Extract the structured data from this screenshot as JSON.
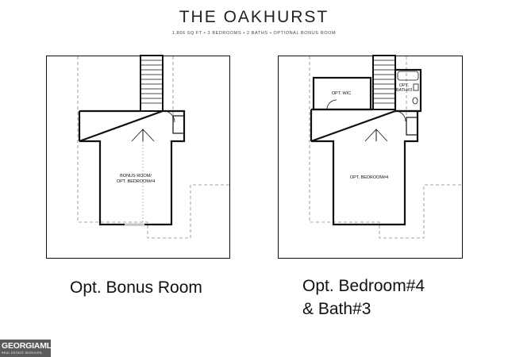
{
  "header": {
    "title": "THE OAKHURST",
    "subtitle": "1,866 SQ FT • 3 BEDROOMS • 2 BATHS • OPTIONAL BONUS ROOM"
  },
  "plans": {
    "left": {
      "room_label_line1": "BONUS ROOM/",
      "room_label_line2": "OPT. BEDROOM#4",
      "caption": "Opt. Bonus Room"
    },
    "right": {
      "wic_label": "OPT. WIC",
      "bath_label_line1": "OPT.",
      "bath_label_line2": "BATH#3",
      "room_label": "OPT. BEDROOM#4",
      "caption_line1": "Opt. Bedroom#4",
      "caption_line2": "& Bath#3"
    }
  },
  "logo": {
    "name": "GEORGIAMLS",
    "tagline": "REAL ESTATE SERVICES"
  },
  "colors": {
    "line": "#111111",
    "dashed": "#888888",
    "logo_bg": "#5b5b5b"
  }
}
